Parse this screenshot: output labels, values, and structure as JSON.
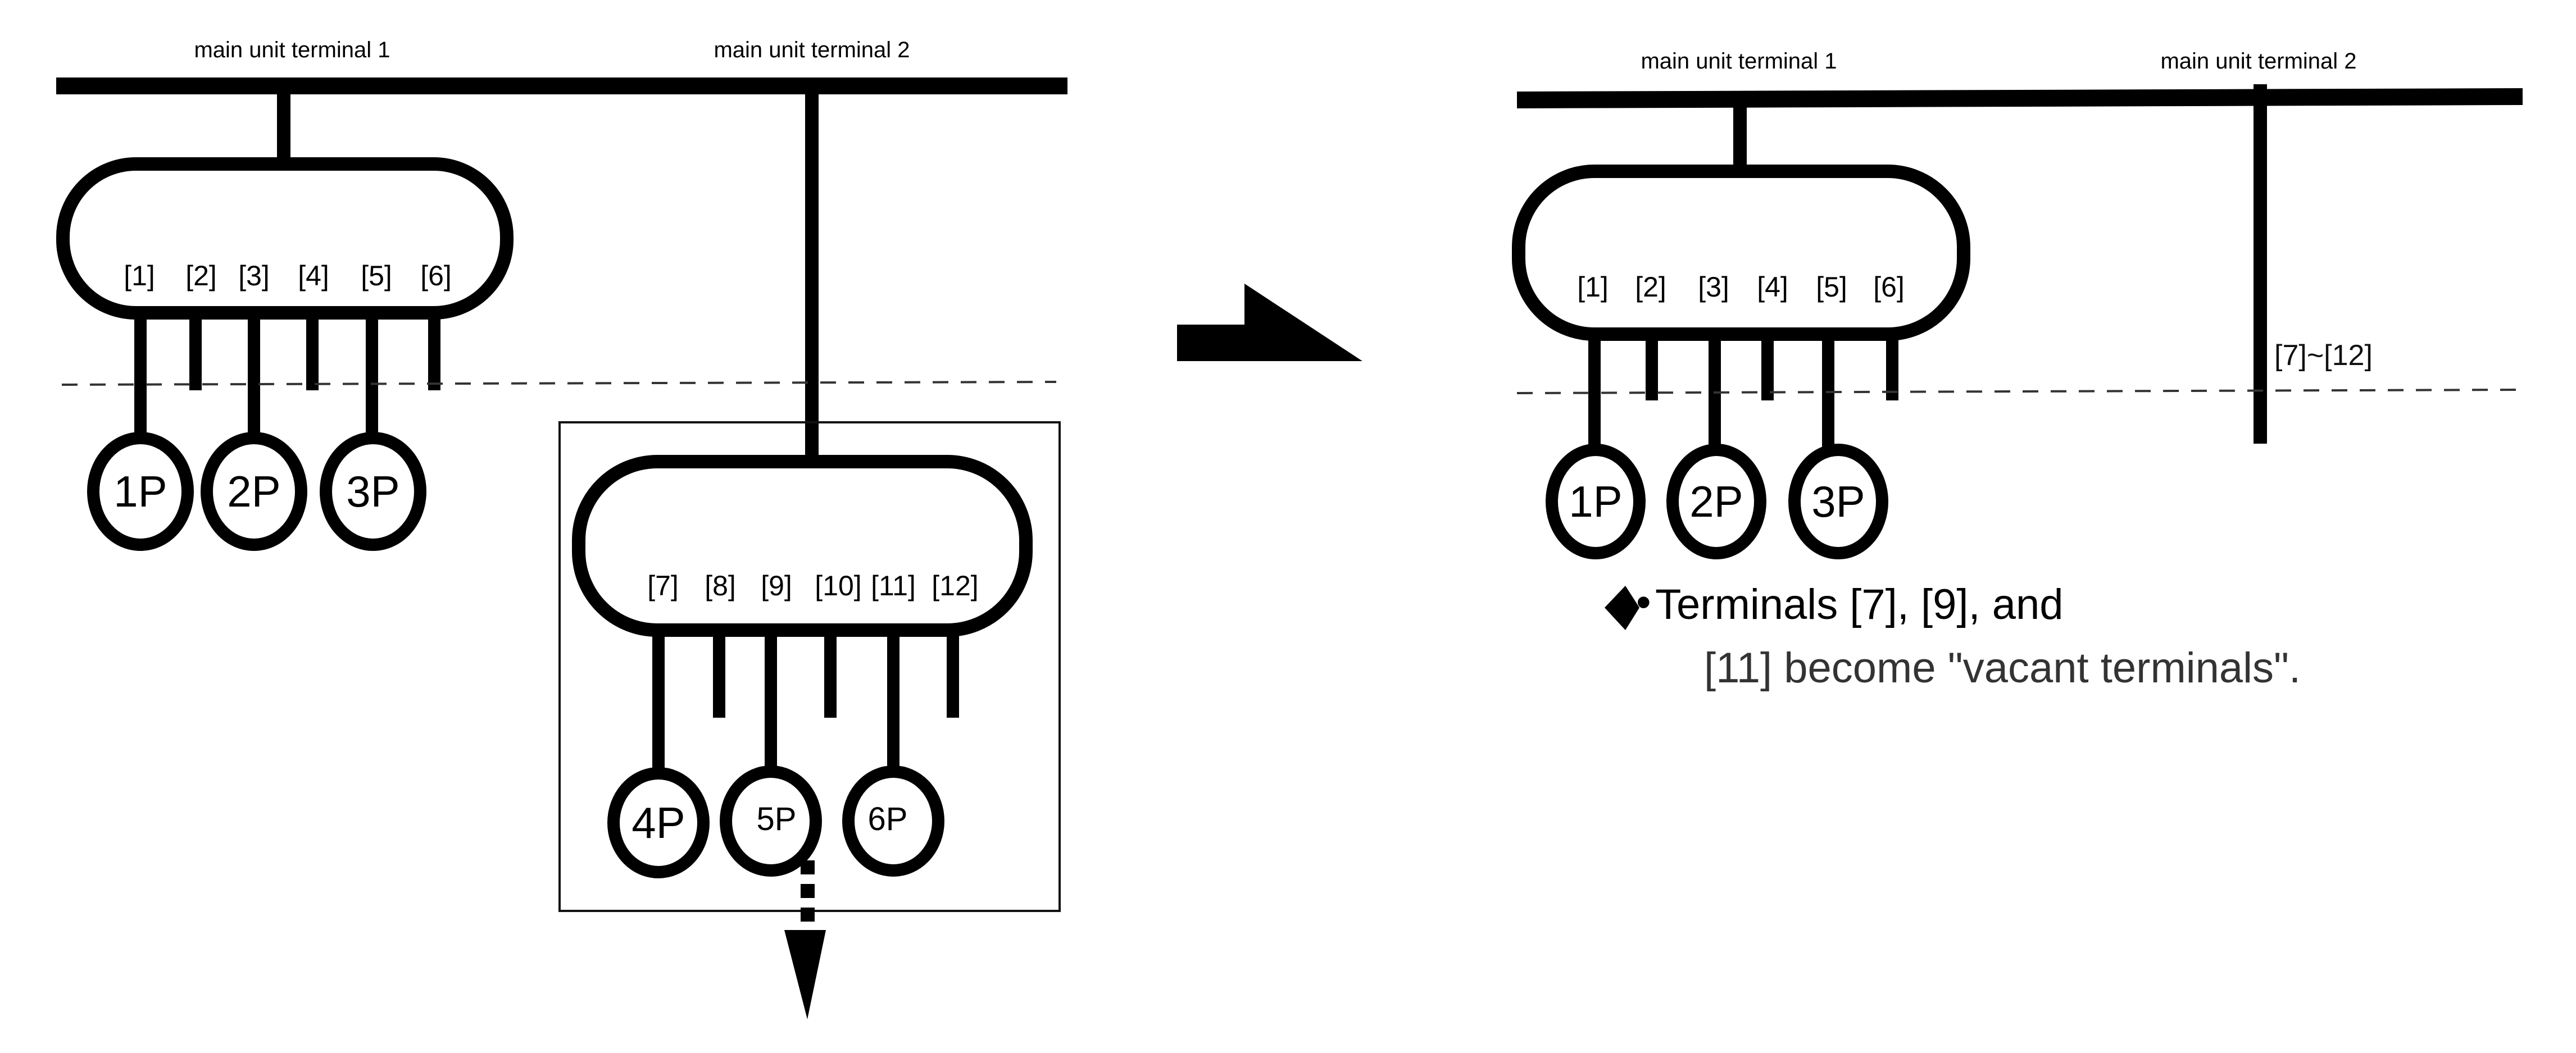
{
  "before": {
    "headings": [
      "main unit terminal 1",
      "main unit terminal 2"
    ],
    "group1": {
      "terminals": [
        "[1]",
        "[2]",
        "[3]",
        "[4]",
        "[5]",
        "[6]"
      ],
      "units": [
        "1P",
        "2P",
        "3P"
      ]
    },
    "group2": {
      "terminals": [
        "[7]",
        "[8]",
        "[9]",
        "[10]",
        "[11]",
        "[12]"
      ],
      "units": [
        "4P",
        "5P",
        "6P"
      ]
    }
  },
  "transition_arrow": "arrow-right-icon",
  "after": {
    "headings": [
      "main unit terminal 1",
      "main unit terminal 2"
    ],
    "group1": {
      "terminals": [
        "[1]",
        "[2]",
        "[3]",
        "[4]",
        "[5]",
        "[6]"
      ],
      "units": [
        "1P",
        "2P",
        "3P"
      ]
    },
    "range_label": "[7]~[12]",
    "note": {
      "bullet": "•",
      "line1": "Terminals [7], [9], and",
      "line2": "[11] become \"vacant terminals\"."
    }
  }
}
